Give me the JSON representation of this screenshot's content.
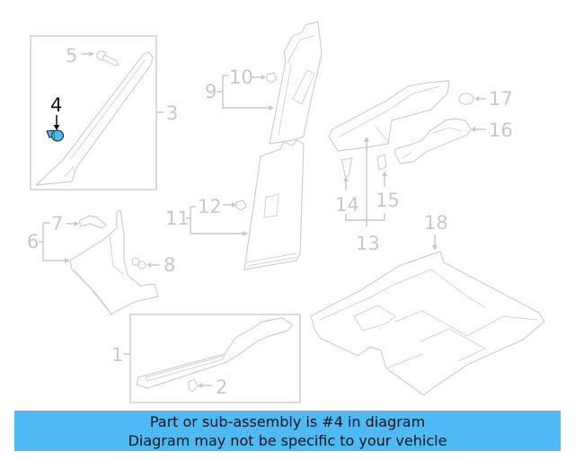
{
  "diagram": {
    "highlighted_part": "4",
    "highlight_color": "#4fb9f5",
    "line_color": "#c8c8c8",
    "callouts": [
      {
        "id": "1",
        "label": "1"
      },
      {
        "id": "2",
        "label": "2"
      },
      {
        "id": "3",
        "label": "3"
      },
      {
        "id": "4",
        "label": "4"
      },
      {
        "id": "5",
        "label": "5"
      },
      {
        "id": "6",
        "label": "6"
      },
      {
        "id": "7",
        "label": "7"
      },
      {
        "id": "8",
        "label": "8"
      },
      {
        "id": "9",
        "label": "9"
      },
      {
        "id": "10",
        "label": "10"
      },
      {
        "id": "11",
        "label": "11"
      },
      {
        "id": "12",
        "label": "12"
      },
      {
        "id": "13",
        "label": "13"
      },
      {
        "id": "14",
        "label": "14"
      },
      {
        "id": "15",
        "label": "15"
      },
      {
        "id": "16",
        "label": "16"
      },
      {
        "id": "17",
        "label": "17"
      },
      {
        "id": "18",
        "label": "18"
      }
    ]
  },
  "banner": {
    "line1": "Part or sub-assembly is #4 in diagram",
    "line2": "Diagram may not be specific to your vehicle",
    "background": "#4fb9f5"
  }
}
